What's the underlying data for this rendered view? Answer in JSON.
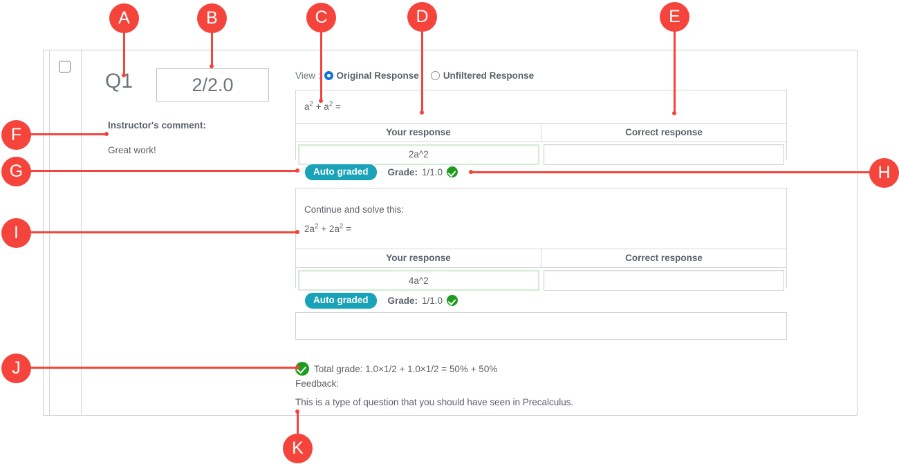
{
  "question": {
    "label": "Q1",
    "grade_box": "2/2.0",
    "checkbox_checked": false,
    "instructor_comment_label": "Instructor's comment:",
    "instructor_comment_text": "Great work!"
  },
  "view_toggle": {
    "label": "View :",
    "options": [
      {
        "label": "Original Response",
        "selected": true
      },
      {
        "label": "Unfiltered Response",
        "selected": false
      }
    ]
  },
  "parts": [
    {
      "stem_line1": "",
      "stem_math_prefix": "a",
      "stem_text": "a2 + a2 =",
      "columns": {
        "your": "Your response",
        "correct": "Correct response"
      },
      "your_response": "2a^2",
      "correct_response": "",
      "badge": "Auto graded",
      "grade_label": "Grade:",
      "grade_value": "1/1.0",
      "status_icon": "check-circle-icon"
    },
    {
      "stem_line1": "Continue and solve this:",
      "stem_text": "2a2 + 2a2 =",
      "columns": {
        "your": "Your response",
        "correct": "Correct response"
      },
      "your_response": "4a^2",
      "correct_response": "",
      "badge": "Auto graded",
      "grade_label": "Grade:",
      "grade_value": "1/1.0",
      "status_icon": "check-circle-icon"
    }
  ],
  "summary": {
    "total_grade_text": "Total grade: 1.0×1/2 + 1.0×1/2 = 50% + 50%",
    "feedback_label": "Feedback:",
    "feedback_text": "This is a type of question that you should have seen in Precalculus.",
    "status_icon": "check-circle-icon"
  },
  "annotations": [
    {
      "id": "A"
    },
    {
      "id": "B"
    },
    {
      "id": "C"
    },
    {
      "id": "D"
    },
    {
      "id": "E"
    },
    {
      "id": "F"
    },
    {
      "id": "G"
    },
    {
      "id": "H"
    },
    {
      "id": "I"
    },
    {
      "id": "J"
    },
    {
      "id": "K"
    }
  ],
  "colors": {
    "annotation": "#f4443c",
    "badge": "#19a2b8",
    "success": "#1f9c1f",
    "radio_selected": "#1474d6",
    "text": "#5a6169",
    "border": "#d3d6d9"
  }
}
